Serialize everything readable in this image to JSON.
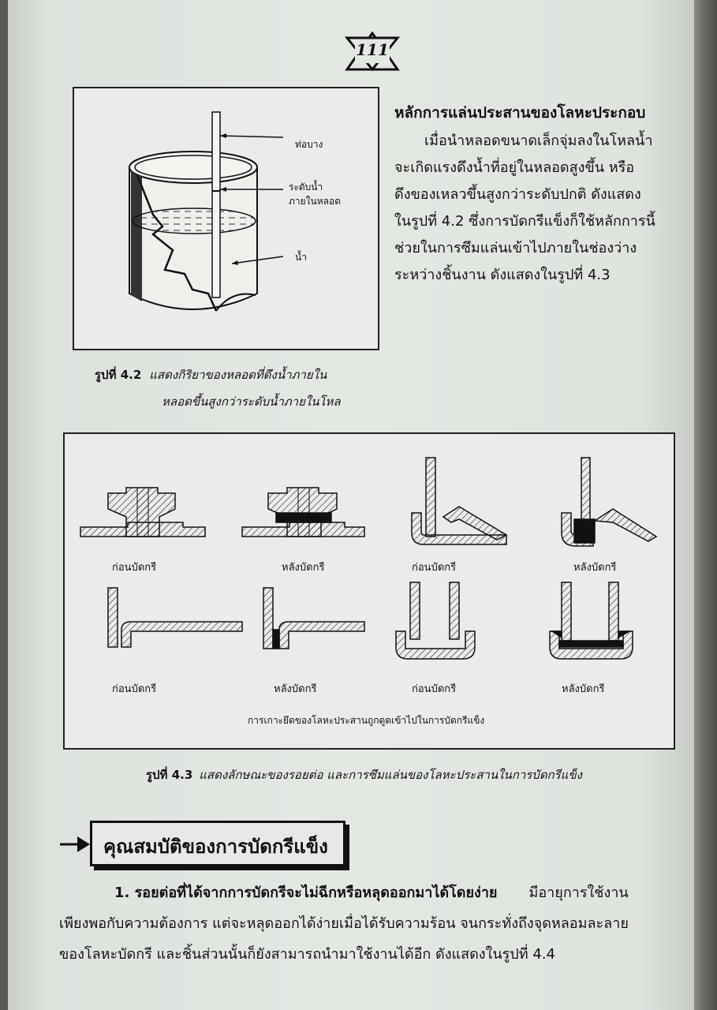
{
  "page_number": "111",
  "figure_1": {
    "labels": {
      "thin_tube": "ท่อบาง",
      "level_in_tube_line1": "ระดับน้ำ",
      "level_in_tube_line2": "ภายในหลอด",
      "water": "น้ำ"
    },
    "caption_label": "รูปที่ 4.2",
    "caption_line1": "แสดงกิริยาของหลอดที่ดึงน้ำภายใน",
    "caption_line2": "หลอดขึ้นสูงกว่าระดับน้ำภายในโหล"
  },
  "section_1": {
    "heading": "หลักการแล่นประสานของโลหะประกอบ",
    "lines": [
      "เมื่อนำหลอดขนาดเล็กจุ่มลงในโหลน้ำ",
      "จะเกิดแรงดึงน้ำที่อยู่ในหลอดสูงขึ้น   หรือ",
      "ดึงของเหลวขึ้นสูงกว่าระดับปกติ  ดังแสดง",
      "ในรูปที่ 4.2 ซึ่งการบัดกรีแข็งก็ใช้หลักการนี้",
      "ช่วยในการซึมแล่นเข้าไปภายในช่องว่าง",
      "ระหว่างชิ้นงาน ดังแสดงในรูปที่ 4.3"
    ]
  },
  "figure_2": {
    "joint_labels": [
      "ก่อนบัดกรี",
      "หลังบัดกรี",
      "ก่อนบัดกรี",
      "หลังบัดกรี",
      "ก่อนบัดกรี",
      "หลังบัดกรี",
      "ก่อนบัดกรี",
      "หลังบัดกรี"
    ],
    "inner_caption": "การเกาะยึดของโลหะประสานถูกดูดเข้าไปในการบัดกรีแข็ง",
    "caption_label": "รูปที่ 4.3",
    "caption": "แสดงลักษณะของรอยต่อ และการซึมแล่นของโลหะประสานในการบัดกรีแข็ง"
  },
  "section_2": {
    "title": "คุณสมบัติของการบัดกรีแข็ง",
    "item1_bold": "1.  รอยต่อที่ได้จากการบัดกรีจะไม่ฉีกหรือหลุดออกมาได้โดยง่าย",
    "item1_rest": "มีอายุการใช้งาน",
    "line2": "เพียงพอกับความต้องการ  แต่จะหลุดออกได้ง่ายเมื่อได้รับความร้อน  จนกระทั่งถึงจุดหลอมละลาย",
    "line3": "ของโลหะบัดกรี  และชิ้นส่วนนั้นก็ยังสามารถนำมาใช้งานได้อีก  ดังแสดงในรูปที่ 4.4"
  }
}
